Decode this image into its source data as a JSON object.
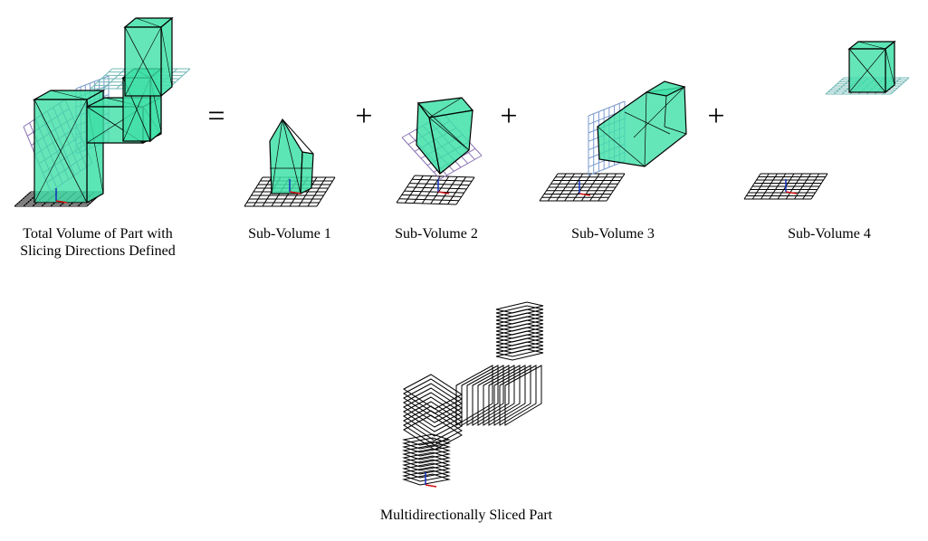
{
  "captions": {
    "total": "Total Volume of Part with Slicing Directions Defined",
    "sub1": "Sub-Volume 1",
    "sub2": "Sub-Volume 2",
    "sub3": "Sub-Volume 3",
    "sub4": "Sub-Volume 4",
    "sliced": "Multidirectionally Sliced Part"
  },
  "operators": {
    "equals": "=",
    "plus1": "+",
    "plus2": "+",
    "plus3": "+"
  },
  "colors": {
    "solid_fill": "#3fe0a8",
    "edge": "#000000",
    "grid_black": "#000000",
    "grid_teal": "#6fb8b4",
    "grid_blue": "#7a9acc",
    "grid_purple": "#8c74b4",
    "axis_red": "#d01010",
    "axis_blue": "#1030c0"
  }
}
